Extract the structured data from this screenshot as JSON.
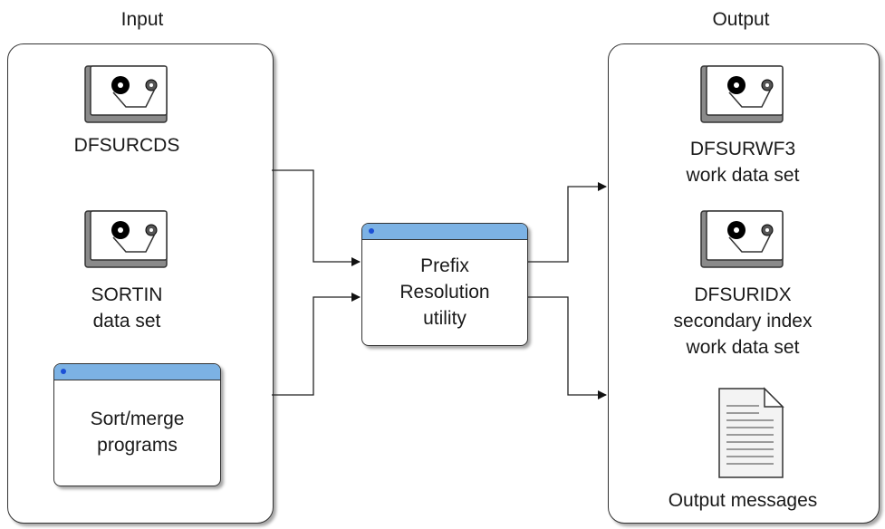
{
  "input": {
    "title": "Input",
    "tape1_label": "DFSURCDS",
    "tape2_line1": "SORTIN",
    "tape2_line2": "data set",
    "sort_line1": "Sort/merge",
    "sort_line2": "programs"
  },
  "utility": {
    "line1": "Prefix",
    "line2": "Resolution",
    "line3": "utility"
  },
  "output": {
    "title": "Output",
    "tape1_line1": "DFSURWF3",
    "tape1_line2": "work data set",
    "tape2_line1": "DFSURIDX",
    "tape2_line2": "secondary index",
    "tape2_line3": "work data set",
    "doc_label": "Output messages"
  },
  "colors": {
    "window_bar": "#7cb2e4",
    "window_dot": "#1b4fd6",
    "stroke": "#333333"
  },
  "icons": [
    "tape-drive-icon",
    "window-icon",
    "document-icon"
  ]
}
